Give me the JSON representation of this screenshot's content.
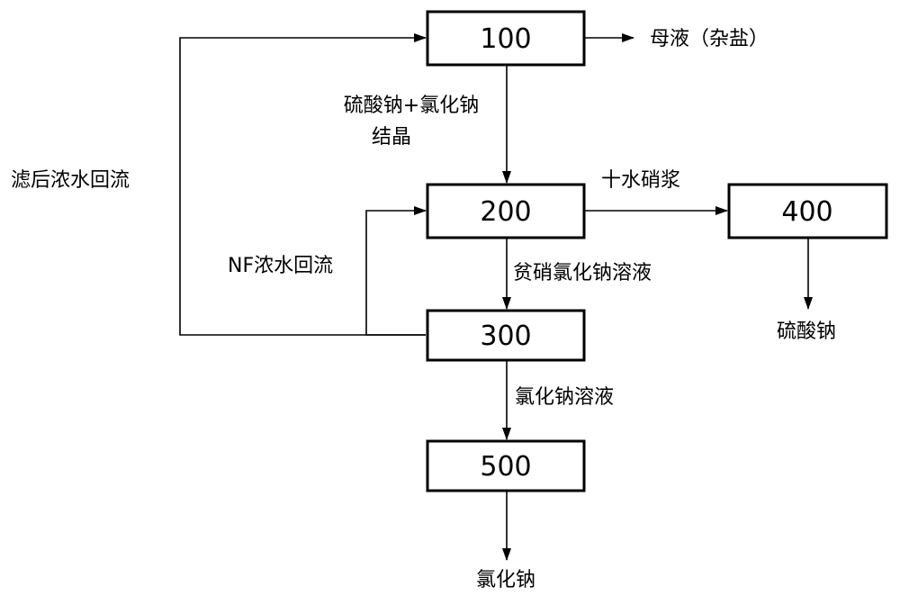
{
  "boxes": {
    "b100": "100",
    "b200": "200",
    "b300": "300",
    "b400": "400",
    "b500": "500"
  },
  "labels": {
    "mother_liquor": "母液（杂盐）",
    "crystal_line1": "硫酸钠+氯化钠",
    "crystal_line2": "结晶",
    "filtered_return": "滤后浓水回流",
    "decahydrate_slurry": "十水硝浆",
    "nf_return": "NF浓水回流",
    "lean_nacl_solution": "贫硝氯化钠溶液",
    "sodium_sulfate": "硫酸钠",
    "nacl_solution": "氯化钠溶液",
    "sodium_chloride": "氯化钠"
  }
}
